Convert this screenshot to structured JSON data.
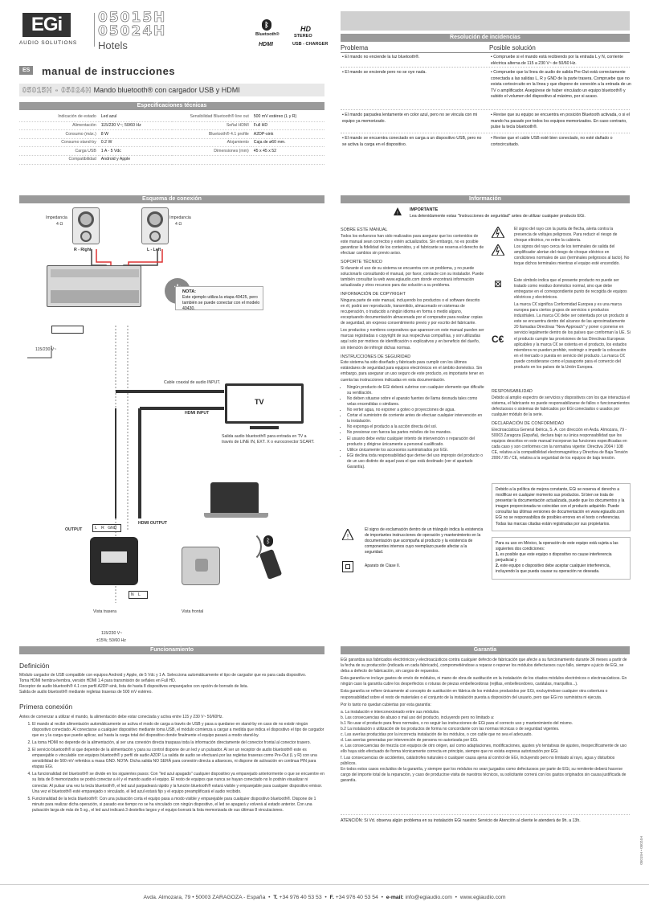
{
  "header": {
    "brand": "EGi",
    "brand_sub": "AUDIO SOLUTIONS",
    "model1": "05015H",
    "model2": "05024H",
    "hotels": "Hotels",
    "bt_label": "Bluetooth®",
    "hd_label": "HD",
    "hdmi_label": "HDMI",
    "stereo_label": "STEREO",
    "usb_label": "USB - CHARGER",
    "lang_tag": "ES",
    "manual_title": "manual de instrucciones",
    "model_line_codes": "05015H - 05024H",
    "model_line_desc": "Mando bluetooth® con cargador USB y HDMI"
  },
  "specs": {
    "title": "Especificaciones técnicas",
    "rows": [
      {
        "k1": "Indicación de estado",
        "v1": "Led azul",
        "k2": "Sensibilidad Bluetooth® line out",
        "v2": "500 mV estéreo (L y R)"
      },
      {
        "k1": "Alimentación",
        "v1": "115/230 V~; 50/60 Hz",
        "k2": "Señal HDMI",
        "v2": "Full HD"
      },
      {
        "k1": "Consumo (máx.)",
        "v1": "8 W",
        "k2": "Bluetooth® 4.1 profile",
        "v2": "A2DP-sink"
      },
      {
        "k1": "Consumo stand-by",
        "v1": "0.2 W",
        "k2": "Alojamiento",
        "v2": "Caja de ø60 mm."
      },
      {
        "k1": "Carga USB",
        "v1": "1 A - 5 Vdc",
        "k2": "Dimensiones (mm)",
        "v2": "45 x 45 x 52"
      },
      {
        "k1": "Compatibilidad",
        "v1": "Android y Apple",
        "k2": "",
        "v2": ""
      }
    ]
  },
  "trouble": {
    "title": "Resolución de incidencias",
    "problem_head": "Problema",
    "solution_head": "Posible solución",
    "problems": [
      "El mando no enciende la luz bluetooth®.",
      "El mando se enciende pero no se oye nada.",
      "El mando parpadea lentamente en color azul, pero no se vincula con mi equipo ya memorizado.",
      "El mando se encuentra conectado en carga a un dispositivo USB, pero no se activa la carga en el dispositivo."
    ],
    "solutions": [
      "Compruebe si el mando está recibiendo por la entrada L y N, corriente eléctrica alterna de 115 a 230 V~ de 50/60 Hz.",
      "Compruebe que la línea de audio de salida Pre-Out está correctamente conectada a las salidas L, R y GND de la parte trasera. Compruebe que no exista cortocircuito en la línea y que dispone de conexión a la entrada de un TV o amplificador. Asegúrese de haber vinculado un equipo bluetooth® y subido el volumen del dispositivo al máximo, por si acaso.",
      "Revise que su equipo se encuentra en posición Bluetooth activada, o si el mando ha pasado por todos los equipos memorizados. En caso contrario, pulse la tecla bluetooth®.",
      "Revise que el cable USB esté bien conectado, no esté dañado o cortocircuitado."
    ]
  },
  "schema": {
    "title": "Esquema de conexión",
    "imp_left": "Impedancia",
    "ohm_left": "4 Ω",
    "r_label": "R - Right",
    "imp_right": "Impedancia",
    "ohm_right": "4 Ω",
    "l_label": "L - Left",
    "note_title": "NOTA:",
    "note_text": "Este ejemplo utiliza la etapa 40425, pero también se puede conectar con el modelo 40430.",
    "mains": "115/230 V~",
    "coax": "Cable coaxial de audio INPUT.",
    "hdmi_input": "HDMI INPUT",
    "tv": "TV",
    "tv_text": "Salida audio bluetooth® para entrada en TV a través de LINE IN, EXT. X o euroconector SCART.",
    "output": "OUTPUT",
    "hdmi_output": "HDMI OUTPUT",
    "rear": "Vista trasera",
    "front": "Vista frontal",
    "mains2": "115/230 V~",
    "freq2": "±15%; 50/60 Hz",
    "term_labels": [
      "L",
      "R",
      "GND"
    ],
    "term_ln": [
      "N",
      "L"
    ]
  },
  "info": {
    "title": "Información",
    "important": "IMPORTANTE",
    "important_text": "Lea detenidamente estas \"Instrucciones de seguridad\" antes de utilizar cualquier producto EGi.",
    "about_h": "SOBRE ESTE MANUAL",
    "about": "Todos los esfuerzos han sido realizados para asegurar que los contenidos de este manual sean correctos y estén actualizados. Sin embargo, no es posible garantizar la fidelidad de los contenidos, y el fabricante se reserva el derecho de efectuar cambios sin previo aviso.",
    "tech_h": "SOPORTE TÉCNICO",
    "tech": "Si durante el uso de su sistema se encuentra con un problema, y no puede solucionarlo consultando el manual, por favor, contacte con su instalador. Puede también consultar la web www.egiaudio.com donde encontrará información actualizada y otros recursos para dar solución a su problema.",
    "copy_h": "INFORMACIÓN DE COPYRIGHT",
    "copy": "Ninguna parte de este manual, incluyendo los productos o el software descrito en él, podrá ser reproducido, transmitido, almacenado en sistemas de recuperación, o traducido a ningún idioma en forma o medio alguno, exceptuando documentación almacenada por el comprador para realizar copias de seguridad, sin expreso consentimiento previo y por escrito del fabricante.",
    "copy2": "Los productos y nombres corporativos que aparecen en este manual pueden ser marcas registradas o copyright de sus respectivas compañías, y son utilizadas aquí solo por motivos de identificación o explicativos y en beneficio del dueño, sin intención de infringir dichas normas.",
    "safety_h": "INSTRUCCIONES DE SEGURIDAD",
    "safety": "Este sistema ha sido diseñado y fabricado para cumplir con los últimos estándares de seguridad para equipos electrónicos en el ámbito doméstico. Sin embargo, para asegurar un uso seguro de este producto, es importante tener en cuenta las instrucciones indicadas en esta documentación.",
    "safety_list": [
      "Ningún producto de EGi deberá cubrirse con cualquier elemento que dificulte su ventilación.",
      "No deben situarse sobre el aparato fuentes de llama desnuda tales como velas encendidas o similares.",
      "No verter agua, no exponer a goteo o proyecciones de agua.",
      "Cortar el suministro de corriente antes de efectuar cualquier intervención en la instalación.",
      "No exponga el producto a la acción directa del sol.",
      "No presionar con fuerza las partes móviles de los mandos.",
      "El usuario debe evitar cualquier intento de intervención o reparación del producto y dirigirse únicamente a personal cualificado.",
      "Utilice únicamente los accesorios suministrados por EGi.",
      "EGi declina toda responsabilidad que derive del uso impropio del producto o de un uso distinto de aquel para el que está destinado (ver el apartado Garantía)."
    ],
    "sym1": "El signo de exclamación dentro de un triángulo indica la existencia de importantes instrucciones de operación y mantenimiento en la documentación que acompaña al producto y la existencia de componentes internos cuyo reemplazo puede afectar a la seguridad.",
    "sym2": "Aparato de Clase II.",
    "r1": "El signo del rayo con la punta de flecha, alerta contra la presencia de voltajes peligrosos. Para reducir el riesgo de choque eléctrico, no retire la cubierta.",
    "r2": "Los signos del rayo cerca de los terminales de salida del amplificador alertan del riesgo de choque eléctrico en condiciones normales de uso (terminales peligrosos al tacto). No toque dichos terminales mientras el equipo esté encendido.",
    "r3": "Este símbolo indica que el presente producto no puede ser tratado como residuo doméstico normal, sino que debe entregarse en el correspondiente punto de recogida de equipos eléctricos y electrónicos.",
    "r4": "La marca C€ significa Conformidad Europea y es una marca europea para ciertos grupos de servicios o productos industriales. La marca C€ debe ser ostentada por un producto si este se encuentra dentro del alcance de las aproximadamente 20 llamadas Directivas \"New Approach\" y poner o ponerse en servicio legalmente dentro de los países que conforman la UE. Si el producto cumple las provisiones de las Directivas Europeas aplicables y la marca C€ se ostenta en el producto, los estados miembros no pueden prohibir, restringir o impedir la colocación en el mercado o puesta en servicio del producto. La marca C€ puede considerarse como el pasaporte para el comercio del producto en los países de la Unión Europea.",
    "resp_h": "RESPONSABILIDAD",
    "resp": "Debido al amplio espectro de servicios y dispositivos con los que interactúa el sistema, el fabricante no puede responsabilizarse de fallos o funcionamientos defectuosos o sistemas de fabricados por EGi conectados o usados por cualquier módulo de la serie.",
    "decl_h": "DECLARACIÓN DE CONFORMIDAD",
    "decl": "Electroacústica General Ibérica, S. A. con dirección en Avda. Almozara, 79 - 50003 Zaragoza (España), declara bajo su única responsabilidad que los equipos descritos en este manual incorporan las funciones especificadas en cada caso y son conformes con la normativa vigente: Directiva 2004 / 108 CE, relativa a la compatibilidad electromagnética y Directiva de Baja Tensión 2006 / 95 / CE, relativa a la seguridad de los equipos de baja tensión.",
    "box1": "Debido a la política de mejora constante, EGi se reserva el derecho a modificar en cualquier momento sus productos. Si bien se trata de presentar la documentación actualizada, puede que los documentos y la imagen proporcionada no coincidan con el producto adquirido. Puede consultar las últimas versiones de documentación en www.egiaudio.com EGi no se responsabiliza de posibles errores en el texto o referencias. Todas las marcas citadas están registradas por sus propietarios.",
    "box2_intro": "Para su uso en México, la operación de este equipo está sujeta a las siguientes dos condiciones:",
    "box2_1": "es posible que este equipo o dispositivo no cause interferencia perjudicial y",
    "box2_2": "este equipo o dispositivo debe aceptar cualquier interferencia, incluyendo la que pueda causar su operación no deseada."
  },
  "func": {
    "title": "Funcionamiento",
    "def_h": "Definición",
    "def_lines": [
      "Módulo cargador de USB compatible con equipos Android y Apple, de 5 Vdc y 1 A. Selecciona automáticamente el tipo de cargador que es para cada dispositivo.",
      "Toma HDMI hembra-hembra, versión HDMI 1.4 para transmisión de señales en Full HD.",
      "Receptor de audio bluetooth® 4.1 con perfil A2DP-sink, lista de hasta 8 dispositivos emparejados con opción de borrado de lista.",
      "Salida de audio bluetooth® mediante regletas traseras de 500 mV estéreo."
    ],
    "first_h": "Primera conexión",
    "first_intro": "Antes de comenzar a utilizar el mando, la alimentación debe estar conectada y activa entre 115 y 230 V~ 50/60Hz.",
    "steps": [
      "El mando al recibir alimentación automáticamente se activa el modo de carga a través de USB y pasa a quedarse en stand-by en caso de no existir ningún dispositivo conectado. Al conectarse a cualquier dispositivo mediante toma USB, el módulo comienza a cargar a medida que indica el dispositivo el tipo de cargador que es y la carga que puede aplicar, así hasta la carga total del dispositivo donde finalmente el equipo pasará a modo stand-by.",
      "La toma HDMI no depende de la alimentación, al ser una conexión directa traspasa toda la información directamente del conector frontal al conector trasero.",
      "El servicio bluetooth® si que depende de la alimentación y para su control dispone de un led y un pulsador. Al ser un receptor de audio bluetooth® este es emparejable o vinculable con equipos bluetooth® y perfil de audio A2DP. La salida de audio se efectuará por las regletas traseras como Pre-Out (L y R) con una sensibilidad de 500 mV referidos a masa GND. NOTA: Dicha salida NO SERÁ para conexión directa a altavoces, ni dispone de activación en continua PIN para etapas EGi.",
      "La funcionalidad del bluetooth® se divide en los siguientes pasos: Con \"led azul apagado\" cualquier dispositivo ya emparejado anteriormente o que se encuentre en su lista de 8 memorizados se podrá conectar a él y el mando audio el equipo. El resto de equipos que nunca se hayan conectado no lo podrán visualizar ni conectar. Al pulsar una vez la tecla bluetooth®, el led azul parpadeará rápido y la función bluetooth® estará visible y emparejable para cualquier dispositivo emisor. Una vez el bluetooth® esté emparejado o vinculado, el led azul estará fijo y el equipo preamplificará el audio recibido.",
      "Funcionalidad de la tecla bluetooth®: Con una pulsación corta el equipo pasa a modo visible y emparejable para cualquier dispositivo bluetooth®. Dispone de 1 minuto para realizar dicha operación, si pasado ese tiempo no se ha vinculado con ningún dispositivo, el led se apagará y volverá al estado anterior. Con una pulsación larga de más de 5 sg., el led azul indicará 3 destellos largos y el equipo borrará la lista memorizada de sus últimas 8 vinculaciones."
    ]
  },
  "warranty": {
    "title": "Garantía",
    "p1": "EGi garantiza sus fabricados electrónicos y electroacústicos contra cualquier defecto de fabricación que afecte a su funcionamiento durante 36 meses a partir de la fecha de su producción (indicada en cada fabricado), comprometiéndose a reparar o reponer los módulos defectuosos cuyo fallo, siempre a juicio de EGi, se deba a defecto de fabricación, sin cargos de repuestos.",
    "p2": "Esta garantía no incluye gastos de envío de módulos, ni mano de obra de sustitución en la instalación de los citados módulos electrónicos o electroacústicos. En ningún caso la garantía cubre los desperfectos o roturas de piezas embellecedoras (rejillas, embellecedores, carátulas, marquillos...).",
    "p3": "Esta garantía se refiere únicamente al concepto de sustitución en fábrica de los módulos producidos por EGi, excluyéndose cualquier otra cobertura o responsabilidad sobre el resto de materiales o el conjunto de la instalación puesta a disposición del usuario, pero que EGi no suministra ni ejecuta.",
    "p4": "Por lo tanto no quedan cubiertas por esta garantía:",
    "items": [
      "a. La instalación e interconexionado entre sus módulos.",
      "b. Las consecuencias de abuso o mal uso del producto, incluyendo pero no limitado a:",
      "b.1 No usar el producto para fines normales, o no seguir las instrucciones de EGi para el correcto uso y mantenimiento del mismo.",
      "b.2 La instalación o utilización de los productos de forma no concordante con las normas técnicas o de seguridad vigentes.",
      "c. Las averías producidas por la incorrecta instalación de los módulos, o con cable que no sea el adecuado.",
      "d. Las averías generadas por intervención de persona no autorizada por EGi.",
      "e. Las consecuencias de mezcla con equipos de otro origen, así como adaptaciones, modificaciones, ajustes y/o tentativas de ajustes, inespecíficamente de uso ello haya sido efectuado de forma técnicamente correcta en principio, siempre que no exista expresa autorización por EGi.",
      "f. Las consecuencias de accidentes, catástrofes naturales o cualquier causa ajena al control de EGi, incluyendo pero no limitado al rayo, agua y disturbios públicos."
    ],
    "p5": "En todos estos casos excluidos de la garantía, y siempre que los módulos no sean juzgados como defectuosos por parte de EGi, su remitente deberá hacerse cargo del importe total de la reparación, y caso de producirse visita de nuestros técnicos, su solicitante correrá con los gastos originados sin causa justificada de garantía.",
    "attention": "ATENCIÓN: Si Vd. observa algún problema en su instalación EGi nuestro Servicio de Atención al cliente le atenderá de 9h. a 13h."
  },
  "footer": {
    "address": "Avda. Almozara, 79 • 50003 ZARAGOZA - España",
    "tel_label": "T.",
    "tel": "+34 976 40 53 53",
    "fax_label": "F.",
    "fax": "+34 976 40 53 54",
    "email_label": "e-mail:",
    "email": "info@egiaudio.com",
    "web": "www.egiaudio.com",
    "code": "05015H • 05024H"
  },
  "colors": {
    "section_bar": "#9a9a9a",
    "accent_dark": "#333333"
  }
}
